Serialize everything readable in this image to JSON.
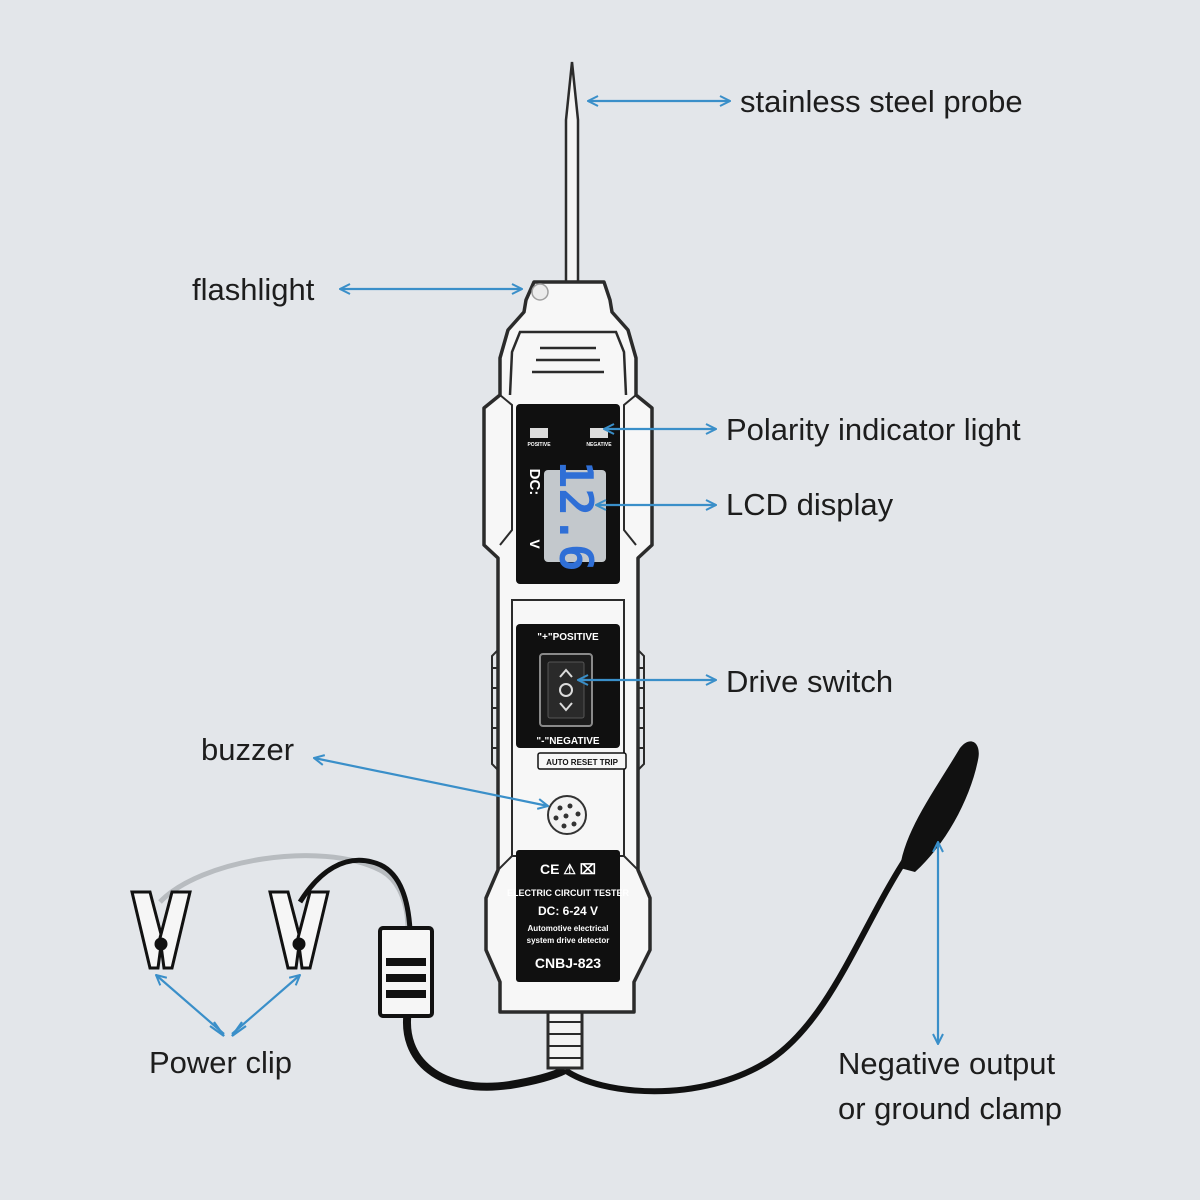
{
  "labels": {
    "probe": "stainless steel probe",
    "flashlight": "flashlight",
    "polarity": "Polarity indicator light",
    "lcd": "LCD display",
    "drive_switch": "Drive switch",
    "buzzer": "buzzer",
    "power_clip": "Power clip",
    "negative_line1": "Negative output",
    "negative_line2": "or ground clamp"
  },
  "device": {
    "lcd_prefix": "DC:",
    "lcd_reading": "12.6",
    "lcd_unit": "V",
    "indicator_positive": "POSITIVE",
    "indicator_negative": "NEGATIVE",
    "switch_top_label": "\"+\"POSITIVE",
    "switch_bottom_label": "\"-\"NEGATIVE",
    "reset_badge": "AUTO RESET TRIP",
    "cert_marks": "CE ⚠ ⌧",
    "product_title": "ELECTRIC CIRCUIT TESTER",
    "voltage_range": "DC: 6-24 V",
    "desc_line1": "Automotive electrical",
    "desc_line2": "system drive detector",
    "model": "CNBJ-823"
  },
  "colors": {
    "background": "#e3e6ea",
    "arrow": "#3a8fc9",
    "body_outline": "#2b2b2b",
    "lcd_digits": "#2f6fd6",
    "cable": "#111111"
  }
}
